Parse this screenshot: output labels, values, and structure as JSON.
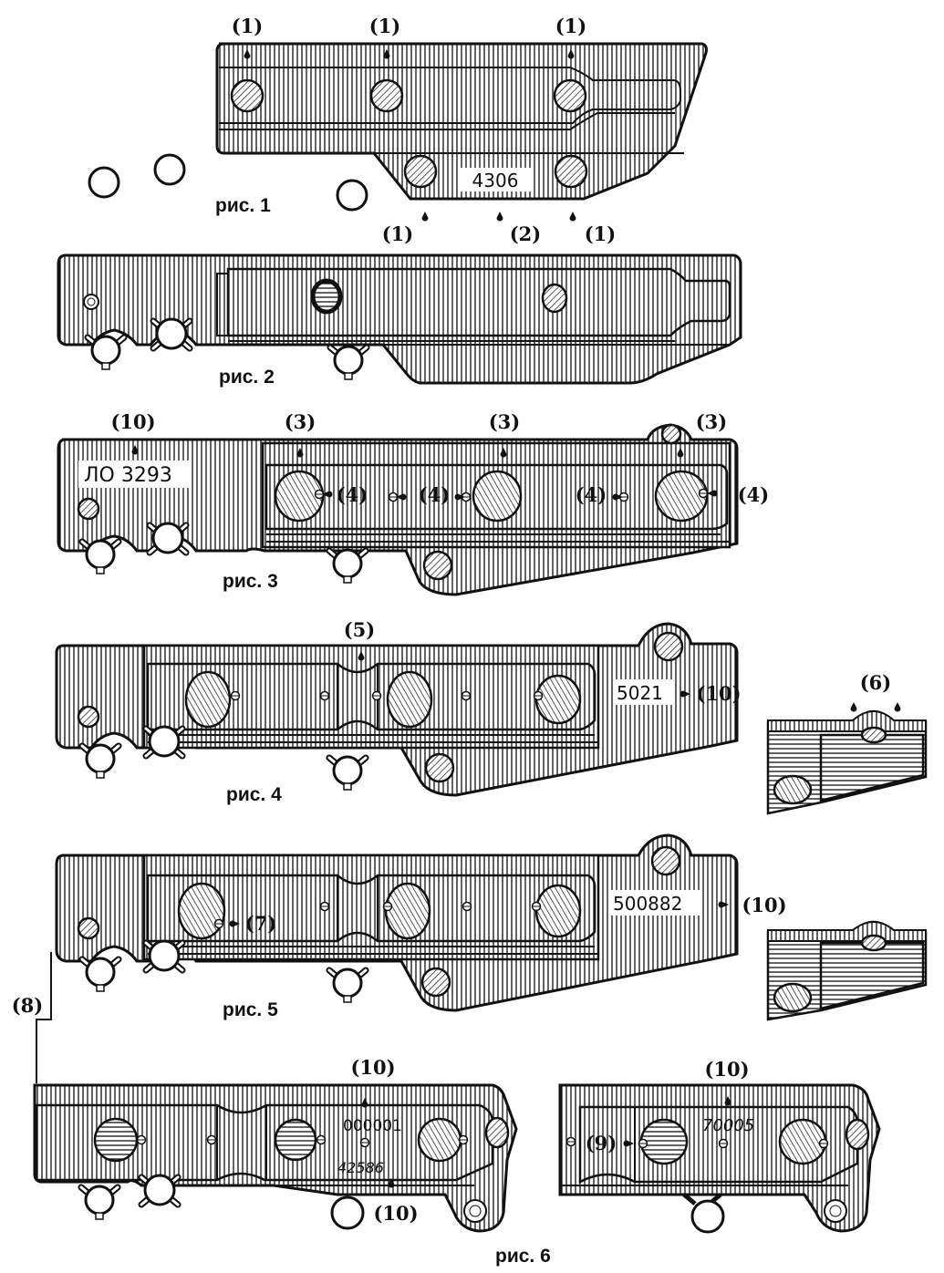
{
  "figures": [
    {
      "id": "fig1",
      "caption": "рис. 1",
      "serial_numbers": [
        "4306"
      ],
      "callouts": [
        "(1)",
        "(1)",
        "(1)",
        "(1)",
        "(2)",
        "(1)"
      ]
    },
    {
      "id": "fig2",
      "caption": "рис. 2",
      "serial_numbers": [],
      "callouts": []
    },
    {
      "id": "fig3",
      "caption": "рис. 3",
      "serial_numbers": [
        "ЛО 3293"
      ],
      "callouts": [
        "(10)",
        "(3)",
        "(3)",
        "(3)",
        "(4)",
        "(4)",
        "(4)",
        "(4)"
      ]
    },
    {
      "id": "fig4",
      "caption": "рис. 4",
      "serial_numbers": [
        "5021"
      ],
      "callouts": [
        "(5)",
        "(10)"
      ],
      "detail_callouts": [
        "(6)"
      ]
    },
    {
      "id": "fig5",
      "caption": "рис. 5",
      "serial_numbers": [
        "500882"
      ],
      "callouts": [
        "(7)",
        "(10)",
        "(8)"
      ]
    },
    {
      "id": "fig6",
      "caption": "рис. 6",
      "serial_numbers": [
        "000001",
        "42586",
        "70005"
      ],
      "callouts": [
        "(10)",
        "(10)",
        "(10)",
        "(9)"
      ]
    }
  ]
}
